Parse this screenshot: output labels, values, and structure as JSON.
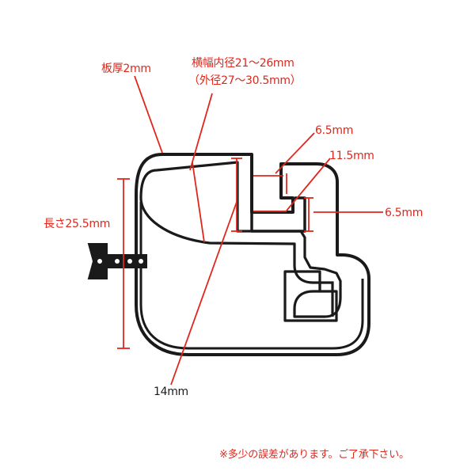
{
  "labels": {
    "plate_thickness": "板厚2mm",
    "inner_width": "横幅内径21～26mm",
    "outer_width": "（外径27～30.5mm）",
    "length": "長さ25.5mm",
    "dim_top": "6.5mm",
    "dim_mid": "11.5mm",
    "dim_right": "6.5mm",
    "dim_bottom": "14mm"
  },
  "note": "※多少の誤差があります。ご了承下さい。",
  "colors": {
    "outline": "#1a1a1a",
    "dimension": "#e0261b",
    "background": "#ffffff"
  }
}
